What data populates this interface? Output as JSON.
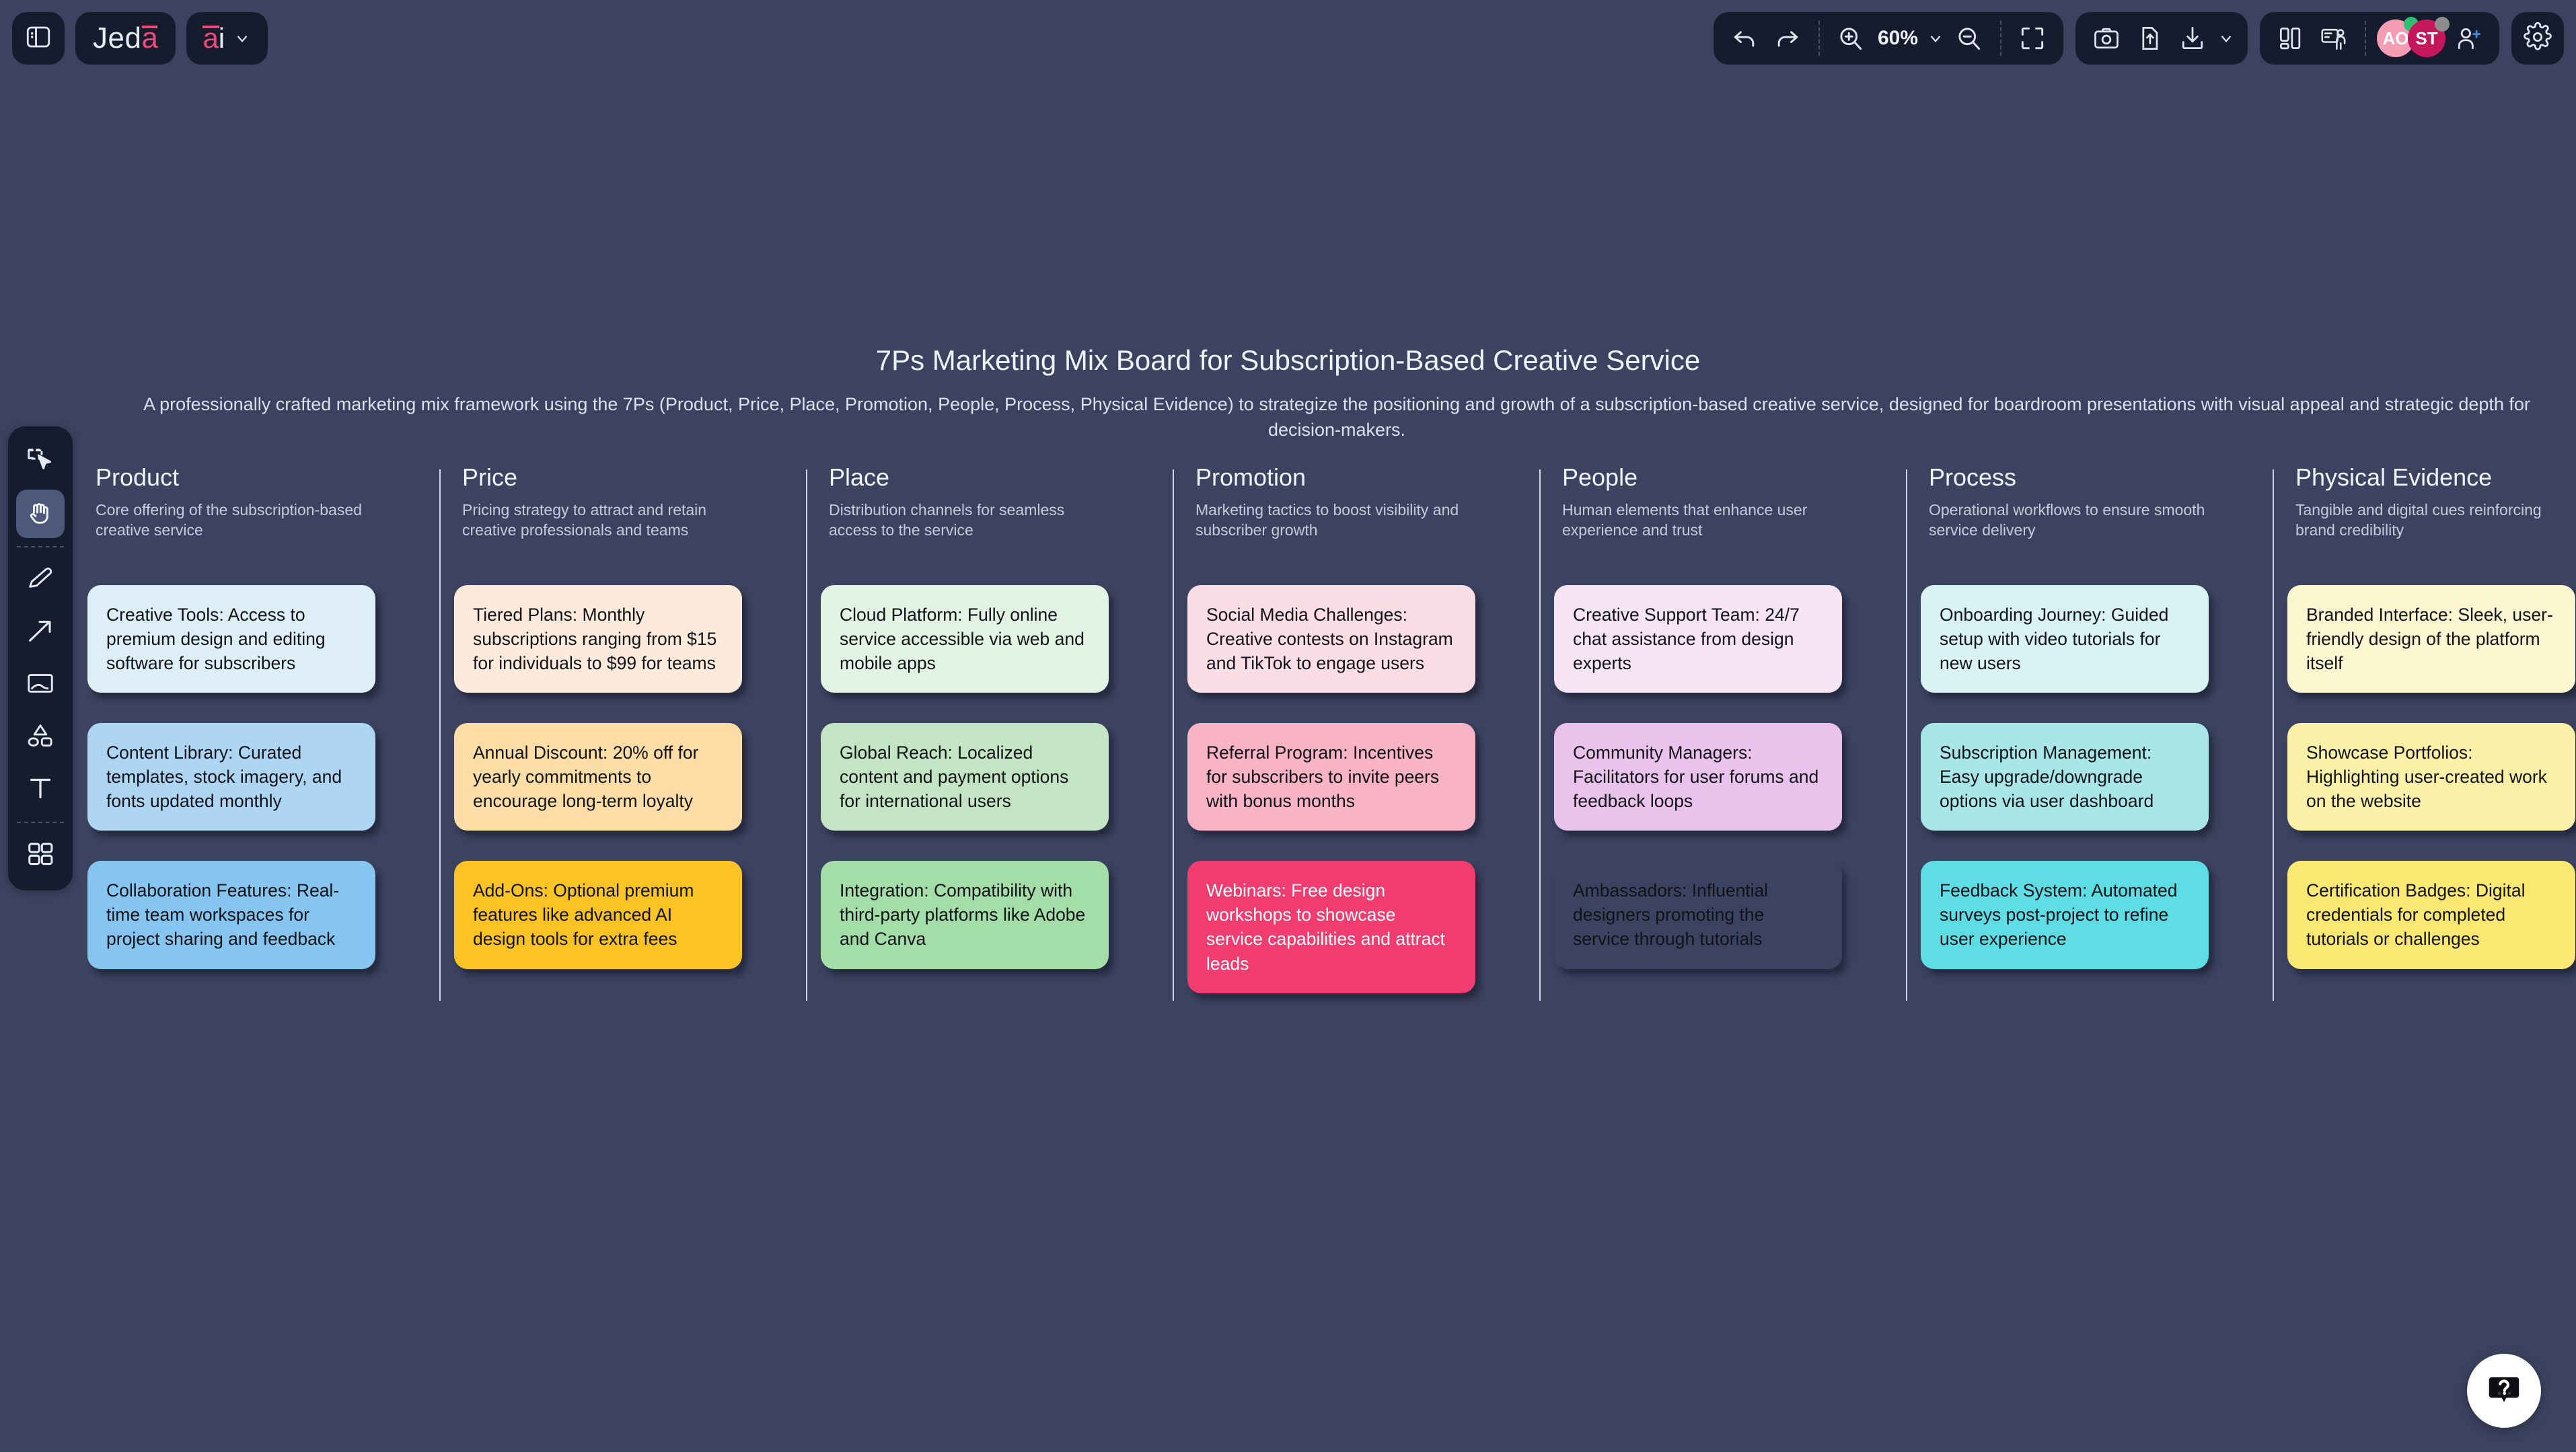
{
  "app": {
    "brand_main": "Jed",
    "brand_accent": "a",
    "ai_label": "a",
    "ai_label2": "i"
  },
  "toolbar": {
    "zoom_level": "60%",
    "icons": {
      "panel": "panel-toggle-icon",
      "undo": "undo-icon",
      "redo": "redo-icon",
      "zoom_in": "zoom-in-icon",
      "zoom_out": "zoom-out-icon",
      "fit": "fit-to-screen-icon",
      "camera": "screenshot-icon",
      "upload": "upload-icon",
      "download": "download-icon",
      "layout": "layout-split-icon",
      "present": "present-icon",
      "add_user": "add-user-icon",
      "settings": "gear-icon",
      "help": "help-icon"
    },
    "avatars": [
      {
        "initials": "AO",
        "status": "online"
      },
      {
        "initials": "ST",
        "status": "away"
      }
    ]
  },
  "tools": [
    {
      "name": "select-tool",
      "icon": "select-cursor-icon",
      "active": false
    },
    {
      "name": "hand-tool",
      "icon": "hand-icon",
      "active": true
    },
    {
      "name": "pen-tool",
      "icon": "pen-icon",
      "active": false
    },
    {
      "name": "arrow-tool",
      "icon": "arrow-icon",
      "active": false
    },
    {
      "name": "image-tool",
      "icon": "image-icon",
      "active": false
    },
    {
      "name": "shape-tool",
      "icon": "shapes-icon",
      "active": false
    },
    {
      "name": "text-tool",
      "icon": "text-icon",
      "active": false
    },
    {
      "name": "template-tool",
      "icon": "grid-icon",
      "active": false
    }
  ],
  "board": {
    "title": "7Ps Marketing Mix Board for Subscription-Based Creative Service",
    "description": "A professionally crafted marketing mix framework using the 7Ps (Product, Price, Place, Promotion, People, Process, Physical Evidence) to strategize the positioning and growth of a subscription-based creative service, designed for boardroom presentations with visual appeal and strategic depth for decision-makers.",
    "columns": [
      {
        "title": "Product",
        "subtitle": "Core offering of the subscription-based creative service",
        "cards": [
          {
            "text": "Creative Tools: Access to premium design and editing software for subscribers",
            "bg": "#ddeef7",
            "fg": "#111318"
          },
          {
            "text": "Content Library: Curated templates, stock imagery, and fonts updated monthly",
            "bg": "#aed6f3",
            "fg": "#111318"
          },
          {
            "text": "Collaboration Features: Real-time team workspaces for project sharing and feedback",
            "bg": "#86c5ef",
            "fg": "#111318"
          }
        ]
      },
      {
        "title": "Price",
        "subtitle": "Pricing strategy to attract and retain creative professionals and teams",
        "cards": [
          {
            "text": "Tiered Plans: Monthly subscriptions ranging from $15 for individuals to $99 for teams",
            "bg": "#fdeada",
            "fg": "#111318"
          },
          {
            "text": "Annual Discount: 20% off for yearly commitments to encourage long-term loyalty",
            "bg": "#fcdda5",
            "fg": "#111318"
          },
          {
            "text": "Add-Ons: Optional premium features like advanced AI design tools for extra fees",
            "bg": "#fcc324",
            "fg": "#111318"
          }
        ]
      },
      {
        "title": "Place",
        "subtitle": "Distribution channels for seamless access to the service",
        "cards": [
          {
            "text": "Cloud Platform: Fully online service accessible via web and mobile apps",
            "bg": "#e2f3e4",
            "fg": "#111318"
          },
          {
            "text": "Global Reach: Localized content and payment options for international users",
            "bg": "#c3e5c3",
            "fg": "#111318"
          },
          {
            "text": "Integration: Compatibility with third-party platforms like Adobe and Canva",
            "bg": "#a3dda7",
            "fg": "#111318"
          }
        ]
      },
      {
        "title": "Promotion",
        "subtitle": "Marketing tactics to boost visibility and subscriber growth",
        "cards": [
          {
            "text": "Social Media Challenges: Creative contests on Instagram and TikTok to engage users",
            "bg": "#fbdde5",
            "fg": "#111318"
          },
          {
            "text": "Referral Program: Incentives for subscribers to invite peers with bonus months",
            "bg": "#f8b4c4",
            "fg": "#111318"
          },
          {
            "text": "Webinars: Free design workshops to showcase service capabilities and attract leads",
            "bg": "#f03c6e",
            "fg": "#ffffff"
          }
        ]
      },
      {
        "title": "People",
        "subtitle": "Human elements that enhance user experience and trust",
        "cards": [
          {
            "text": "Creative Support Team: 24/7 chat assistance from design experts",
            "bg": "#f7e4f3",
            "fg": "#111318"
          },
          {
            "text": "Community Managers: Facilitators for user forums and feedback loops",
            "bg": "#eac3ed",
            "fg": "#111318"
          },
          {
            "text": "Ambassadors: Influential designers promoting the service through tutorials",
            "bg": "#c濾65de",
            "fg": "#111318"
          }
        ]
      },
      {
        "title": "Process",
        "subtitle": "Operational workflows to ensure smooth service delivery",
        "cards": [
          {
            "text": "Onboarding Journey: Guided setup with video tutorials for new users",
            "bg": "#d9f3f3",
            "fg": "#111318"
          },
          {
            "text": "Subscription Management: Easy upgrade/downgrade options via user dashboard",
            "bg": "#a8e6e8",
            "fg": "#111318"
          },
          {
            "text": "Feedback System: Automated surveys post-project to refine user experience",
            "bg": "#5fdde5",
            "fg": "#111318"
          }
        ]
      },
      {
        "title": "Physical Evidence",
        "subtitle": "Tangible and digital cues reinforcing brand credibility",
        "cards": [
          {
            "text": "Branded Interface: Sleek, user-friendly design of the platform itself",
            "bg": "#fbf6cf",
            "fg": "#111318"
          },
          {
            "text": "Showcase Portfolios: Highlighting user-created work on the website",
            "bg": "#fbf0a8",
            "fg": "#111318"
          },
          {
            "text": "Certification Badges: Digital credentials for completed tutorials or challenges",
            "bg": "#fbe873",
            "fg": "#111318"
          }
        ]
      }
    ]
  },
  "colors": {
    "canvas_bg": "#3b4360",
    "panel_bg": "#151c2e",
    "accent_pink": "#f2487a"
  }
}
